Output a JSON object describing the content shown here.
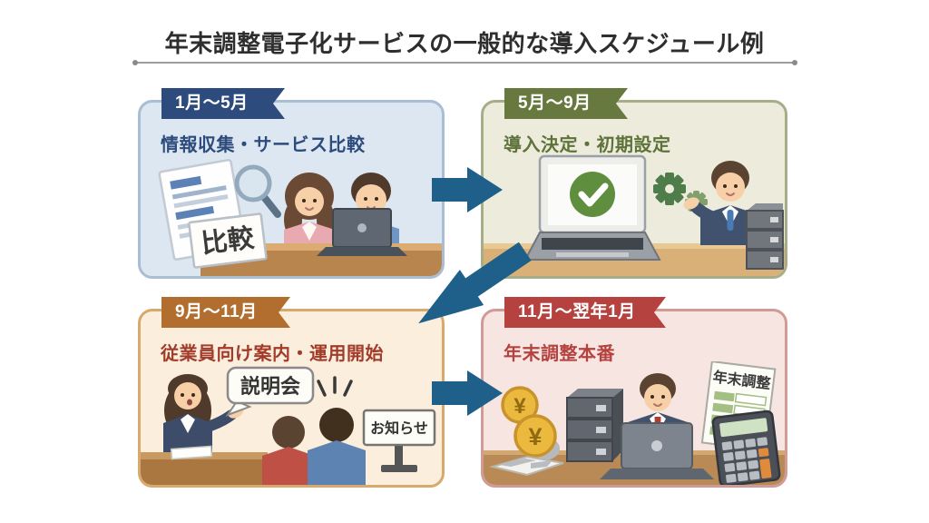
{
  "title": "年末調整電子化サービスの一般的な導入スケジュール例",
  "arrow_color": "#1e6089",
  "panels": [
    {
      "period": "1月〜5月",
      "heading": "情報収集・サービス比較",
      "theme": {
        "ribbon": "#2d4b7c",
        "fill": "#dce7f1",
        "border": "#a9bed2",
        "heading_color": "#2d4b7c"
      },
      "illustration": {
        "alt": "two colleagues comparing services on a laptop with documents and a magnifying glass",
        "compare_card": "比較"
      }
    },
    {
      "period": "5月〜9月",
      "heading": "導入決定・初期設定",
      "theme": {
        "ribbon": "#68793f",
        "fill": "#edebdc",
        "border": "#a6ae89",
        "heading_color": "#5e7339"
      },
      "illustration": {
        "alt": "businessman presenting a laptop with green checkmark, gears and a server stack"
      }
    },
    {
      "period": "9月〜11月",
      "heading": "従業員向け案内・運用開始",
      "theme": {
        "ribbon": "#b26e2e",
        "fill": "#fbeedd",
        "border": "#d8a86d",
        "heading_color": "#a23c2a"
      },
      "illustration": {
        "alt": "presenter explaining to employees with a notice board",
        "speech_bubble": "説明会",
        "notice_sign": "お知らせ"
      }
    },
    {
      "period": "11月〜翌年1月",
      "heading": "年末調整本番",
      "theme": {
        "ribbon": "#b5423e",
        "fill": "#f7e5e2",
        "border": "#d09b96",
        "heading_color": "#b5423e"
      },
      "illustration": {
        "alt": "employee working at laptop with yen coins, server, year-end adjustment form and calculator",
        "coin_symbol": "¥",
        "document_title": "年末調整"
      }
    }
  ],
  "arrows": [
    {
      "from": "step-1",
      "to": "step-2",
      "direction": "right"
    },
    {
      "from": "step-2",
      "to": "step-3",
      "direction": "down-left"
    },
    {
      "from": "step-3",
      "to": "step-4",
      "direction": "right"
    }
  ]
}
